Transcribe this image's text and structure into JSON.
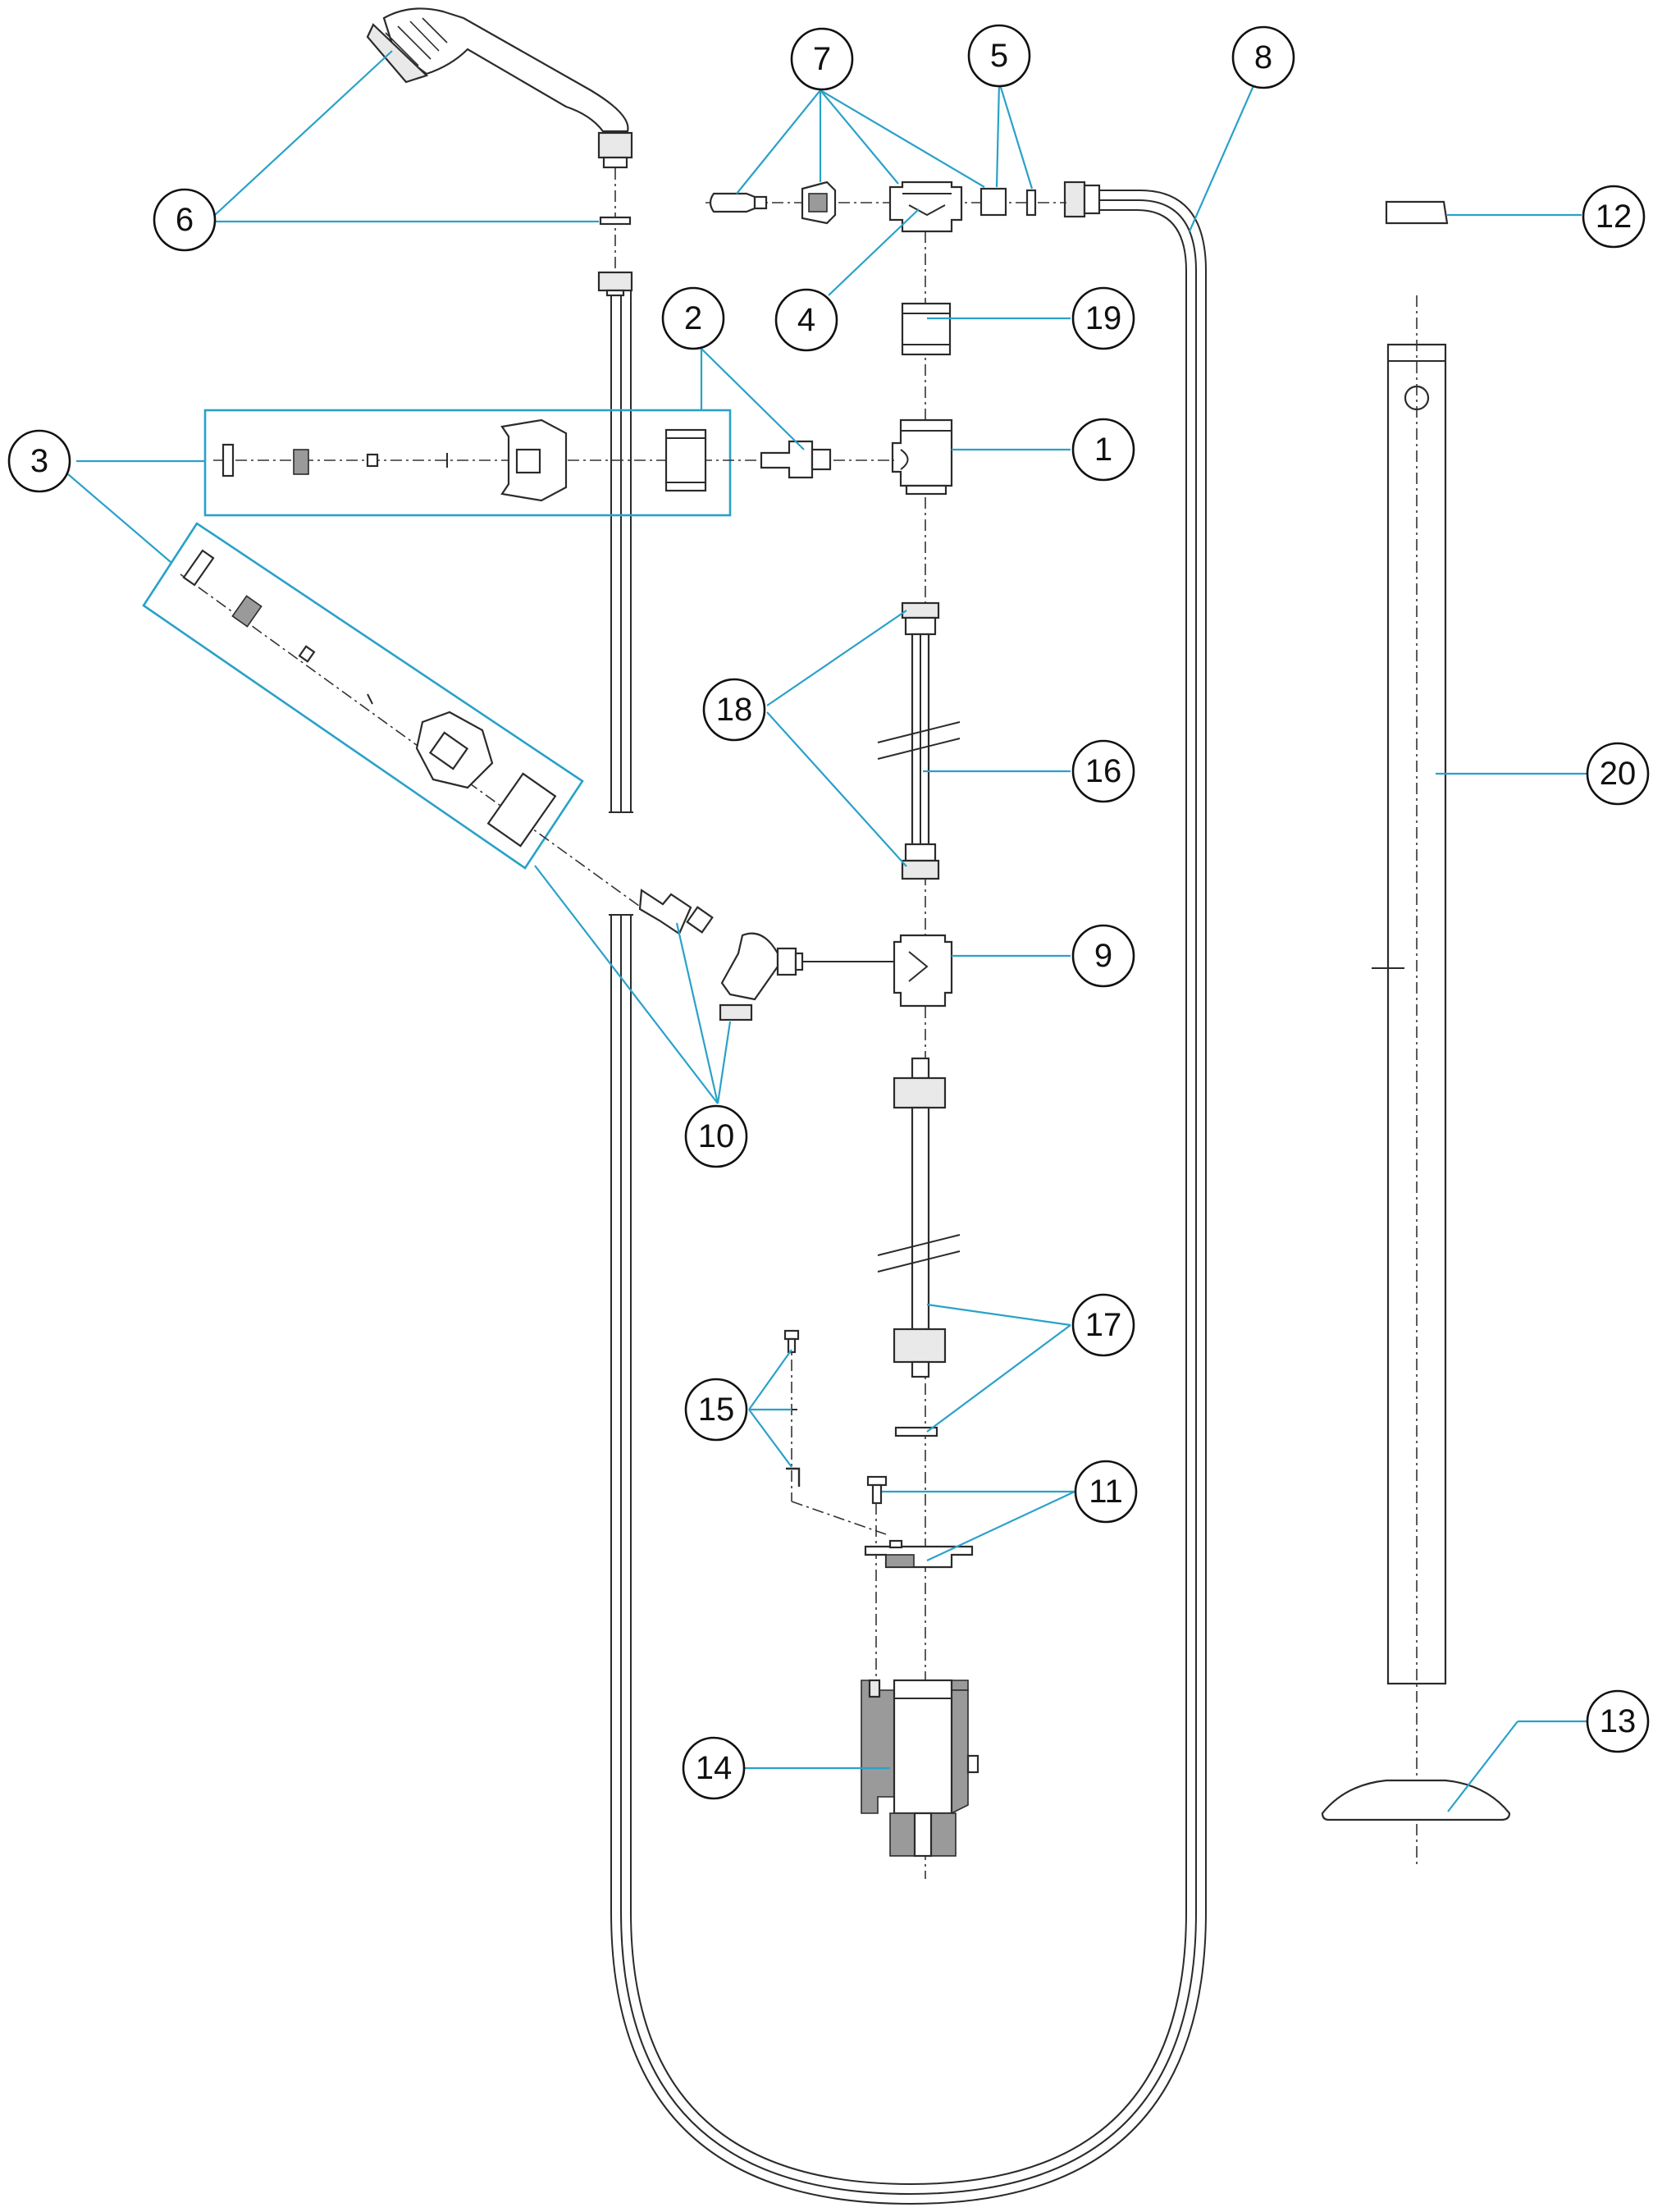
{
  "diagram": {
    "type": "exploded parts diagram",
    "callouts": [
      "1",
      "2",
      "3",
      "4",
      "5",
      "6",
      "7",
      "8",
      "9",
      "10",
      "11",
      "12",
      "13",
      "14",
      "15",
      "16",
      "17",
      "18",
      "19",
      "20"
    ]
  },
  "colors": {
    "leader": "#2aa1c9",
    "line": "#2b2b2b",
    "background": "#ffffff"
  }
}
